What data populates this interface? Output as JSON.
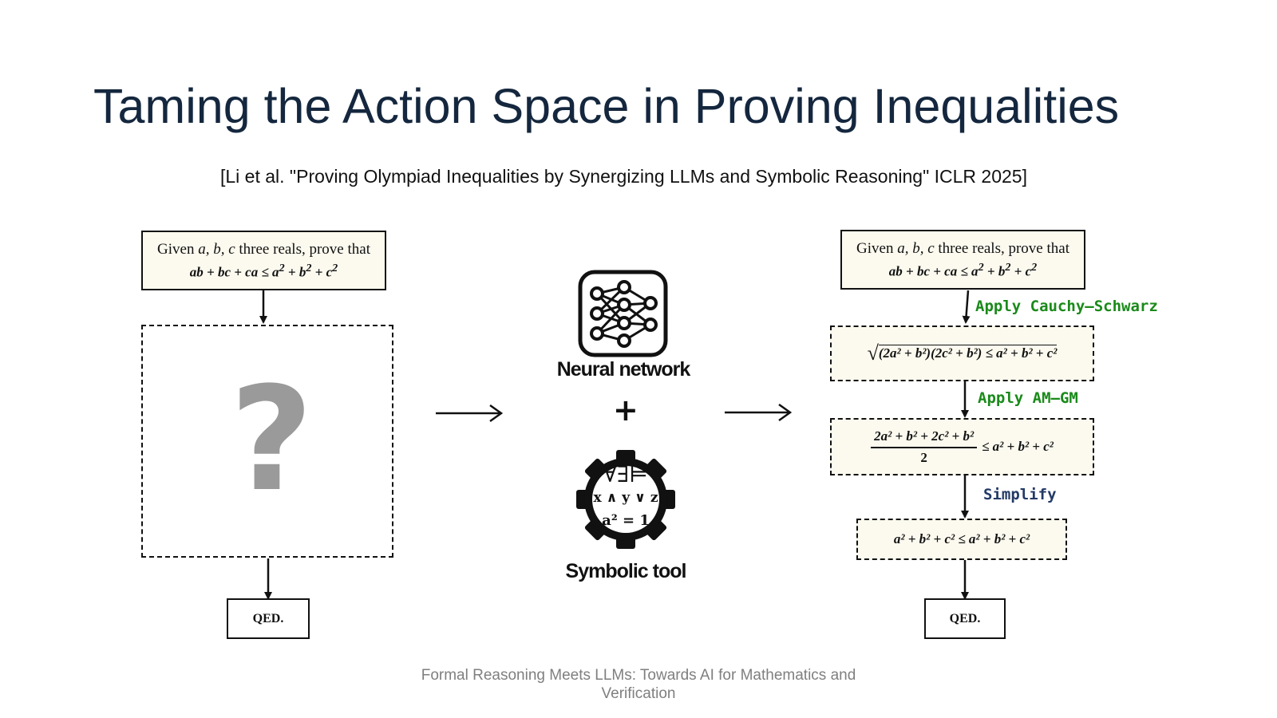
{
  "slide": {
    "title": "Taming the Action Space in Proving Inequalities",
    "citation": "[Li et al. \"Proving Olympiad Inequalities by Synergizing LLMs and Symbolic Reasoning\" ICLR 2025]",
    "footer": "Formal Reasoning Meets LLMs: Towards AI for Mathematics and Verification"
  },
  "problem": {
    "intro": "Given",
    "vars": "a, b, c",
    "rest": "three reals, prove that",
    "lhs": "ab + bc + ca ≤ a",
    "rhs_b": " + b",
    "rhs_c": " + c",
    "two": "2"
  },
  "unknown": {
    "symbol": "?"
  },
  "qed_label": "QED.",
  "center": {
    "neural_label": "Neural network",
    "plus": "+",
    "symbolic_label": "Symbolic tool",
    "logic_symbols": "∀∃⊨",
    "logic_expr": "x ∧ y ∨ z",
    "eq_expr": "a² = 1"
  },
  "steps": [
    {
      "label": "Apply Cauchy–Schwarz",
      "color": "#1a8a1a"
    },
    {
      "label": "Apply AM–GM",
      "color": "#1a8a1a"
    },
    {
      "label": "Simplify",
      "color": "#233a66"
    }
  ],
  "exprs": {
    "cs": "(2a² + b²)(2c² + b²) ≤ a² + b² + c²",
    "amgm_num": "2a² + b² + 2c² + b²",
    "amgm_den": "2",
    "amgm_rhs": "≤ a² + b² + c²",
    "simple": "a² + b² + c²  ≤ a² + b² + c²"
  },
  "colors": {
    "title": "#14273e",
    "box_fill": "#fcfaef",
    "question": "#9a9a9a",
    "footer": "#7f7f7f"
  }
}
